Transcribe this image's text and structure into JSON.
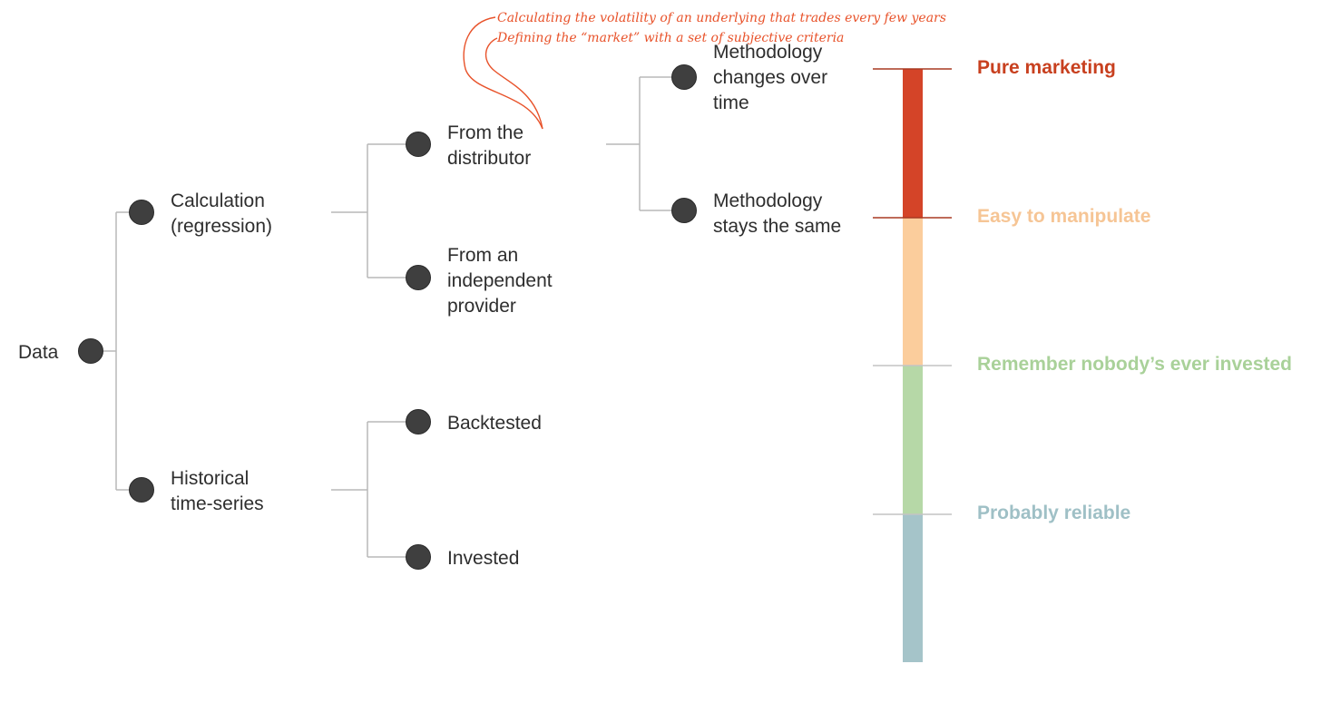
{
  "colors": {
    "dot": "#3f3f3f",
    "connector": "#b8b8b8",
    "label": "#2e2e2e",
    "annotation": "#e8522a"
  },
  "tree": {
    "root": {
      "label": [
        "Data"
      ]
    },
    "calculation": {
      "label": [
        "Calculation",
        "(regression)"
      ]
    },
    "historical": {
      "label": [
        "Historical",
        "time-series"
      ]
    },
    "from_distributor": {
      "label": [
        "From the",
        "distributor"
      ]
    },
    "from_independent": {
      "label": [
        "From an",
        "independent",
        "provider"
      ]
    },
    "backtested": {
      "label": [
        "Backtested"
      ]
    },
    "invested": {
      "label": [
        "Invested"
      ]
    },
    "methodology_changes": {
      "label": [
        "Methodology",
        "changes over",
        "time"
      ]
    },
    "methodology_same": {
      "label": [
        "Methodology",
        "stays the same"
      ]
    }
  },
  "annotations": [
    "Calculating the volatility of an underlying that trades every few years",
    "Defining the “market” with a set of subjective criteria"
  ],
  "reliability_scale": [
    {
      "label": "Pure marketing",
      "color": "#d44428",
      "label_color": "#c8401f"
    },
    {
      "label": "Easy to manipulate",
      "color": "#fbcd9c",
      "label_color": "#f6c595"
    },
    {
      "label": "Remember nobody’s ever invested",
      "color": "#b6d8a7",
      "label_color": "#a9d199"
    },
    {
      "label": "Probably reliable",
      "color": "#a5c4c9",
      "label_color": "#9fc0c6"
    }
  ]
}
